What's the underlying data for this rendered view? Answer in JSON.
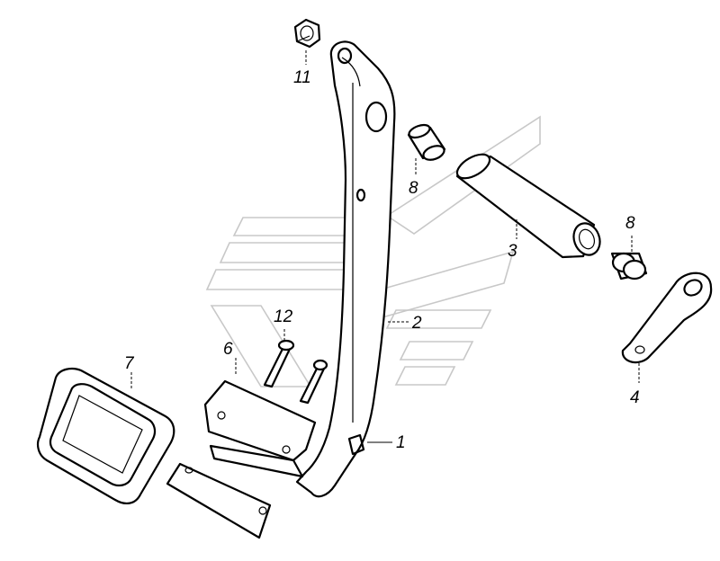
{
  "callouts": {
    "p1": "1",
    "p2": "2",
    "p3": "3",
    "p4": "4",
    "p6": "6",
    "p7": "7",
    "p8a": "8",
    "p8b": "8",
    "p11": "11",
    "p12": "12"
  },
  "colors": {
    "line": "#000000",
    "watermark": "#c8c8c8",
    "background": "#ffffff"
  }
}
